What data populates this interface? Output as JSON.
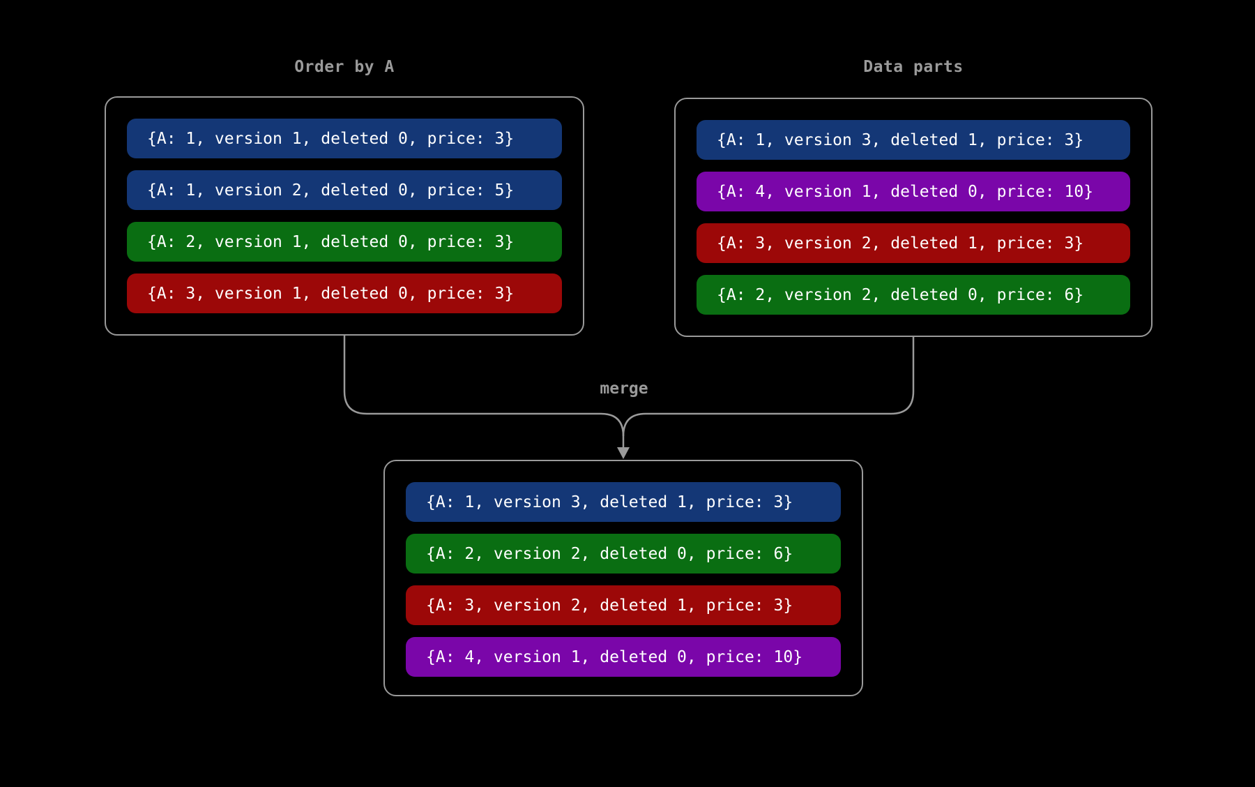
{
  "colors": {
    "blue": "#143776",
    "green": "#0a6e12",
    "red": "#9c0808",
    "purple": "#7a06a9",
    "line": "#9a9a9a",
    "row_text": "#ffffff",
    "background": "#000000"
  },
  "left_panel": {
    "title": "Order by A",
    "rows": [
      {
        "text": "{A: 1, version 1, deleted 0, price: 3}",
        "color": "blue"
      },
      {
        "text": "{A: 1, version 2, deleted 0, price: 5}",
        "color": "blue"
      },
      {
        "text": "{A: 2, version 1, deleted 0, price: 3}",
        "color": "green"
      },
      {
        "text": "{A: 3, version 1, deleted 0, price: 3}",
        "color": "red"
      }
    ]
  },
  "right_panel": {
    "title": "Data parts",
    "rows": [
      {
        "text": "{A: 1, version 3, deleted 1, price: 3}",
        "color": "blue"
      },
      {
        "text": "{A: 4, version 1, deleted 0, price: 10}",
        "color": "purple"
      },
      {
        "text": "{A: 3, version 2, deleted 1, price: 3}",
        "color": "red"
      },
      {
        "text": "{A: 2, version 2, deleted 0, price: 6}",
        "color": "green"
      }
    ]
  },
  "merge": {
    "label": "merge"
  },
  "result_panel": {
    "rows": [
      {
        "text": "{A: 1, version 3, deleted 1, price: 3}",
        "color": "blue"
      },
      {
        "text": "{A: 2, version 2, deleted 0, price: 6}",
        "color": "green"
      },
      {
        "text": "{A: 3, version 2, deleted 1, price: 3}",
        "color": "red"
      },
      {
        "text": "{A: 4, version 1, deleted 0, price: 10}",
        "color": "purple"
      }
    ]
  }
}
